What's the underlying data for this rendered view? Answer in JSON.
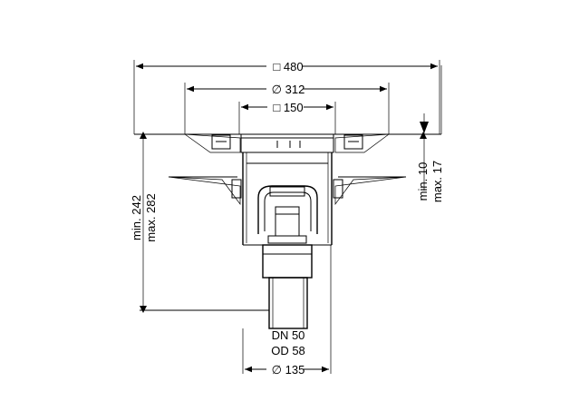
{
  "dimensions": {
    "width_square": "□ 480",
    "flange_diameter": "∅ 312",
    "grate_square": "□ 150",
    "height_range_min": "min. 242",
    "height_range_max": "max. 282",
    "adjust_range_min": "min. 10",
    "adjust_range_max": "max. 17",
    "outlet_dn": "DN 50",
    "outlet_od": "OD 58",
    "body_diameter": "∅ 135"
  }
}
